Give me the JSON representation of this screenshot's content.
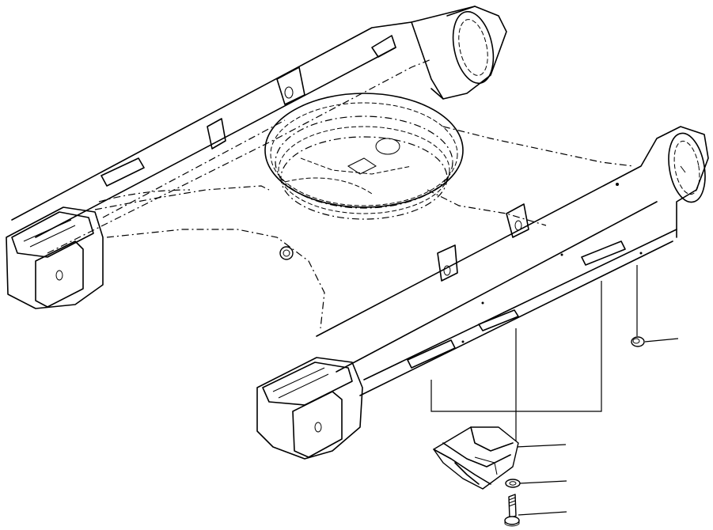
{
  "diagram": {
    "parts": [
      {
        "id": "frame",
        "name": "track-frame"
      },
      {
        "id": "cap",
        "name": "plug"
      },
      {
        "id": "guard",
        "name": "track-guide"
      },
      {
        "id": "washer",
        "name": "washer"
      },
      {
        "id": "bolt",
        "name": "bolt"
      }
    ],
    "callouts": [
      "guard",
      "washer",
      "bolt",
      "cap"
    ],
    "line_color": "#000000",
    "background": "#ffffff"
  }
}
